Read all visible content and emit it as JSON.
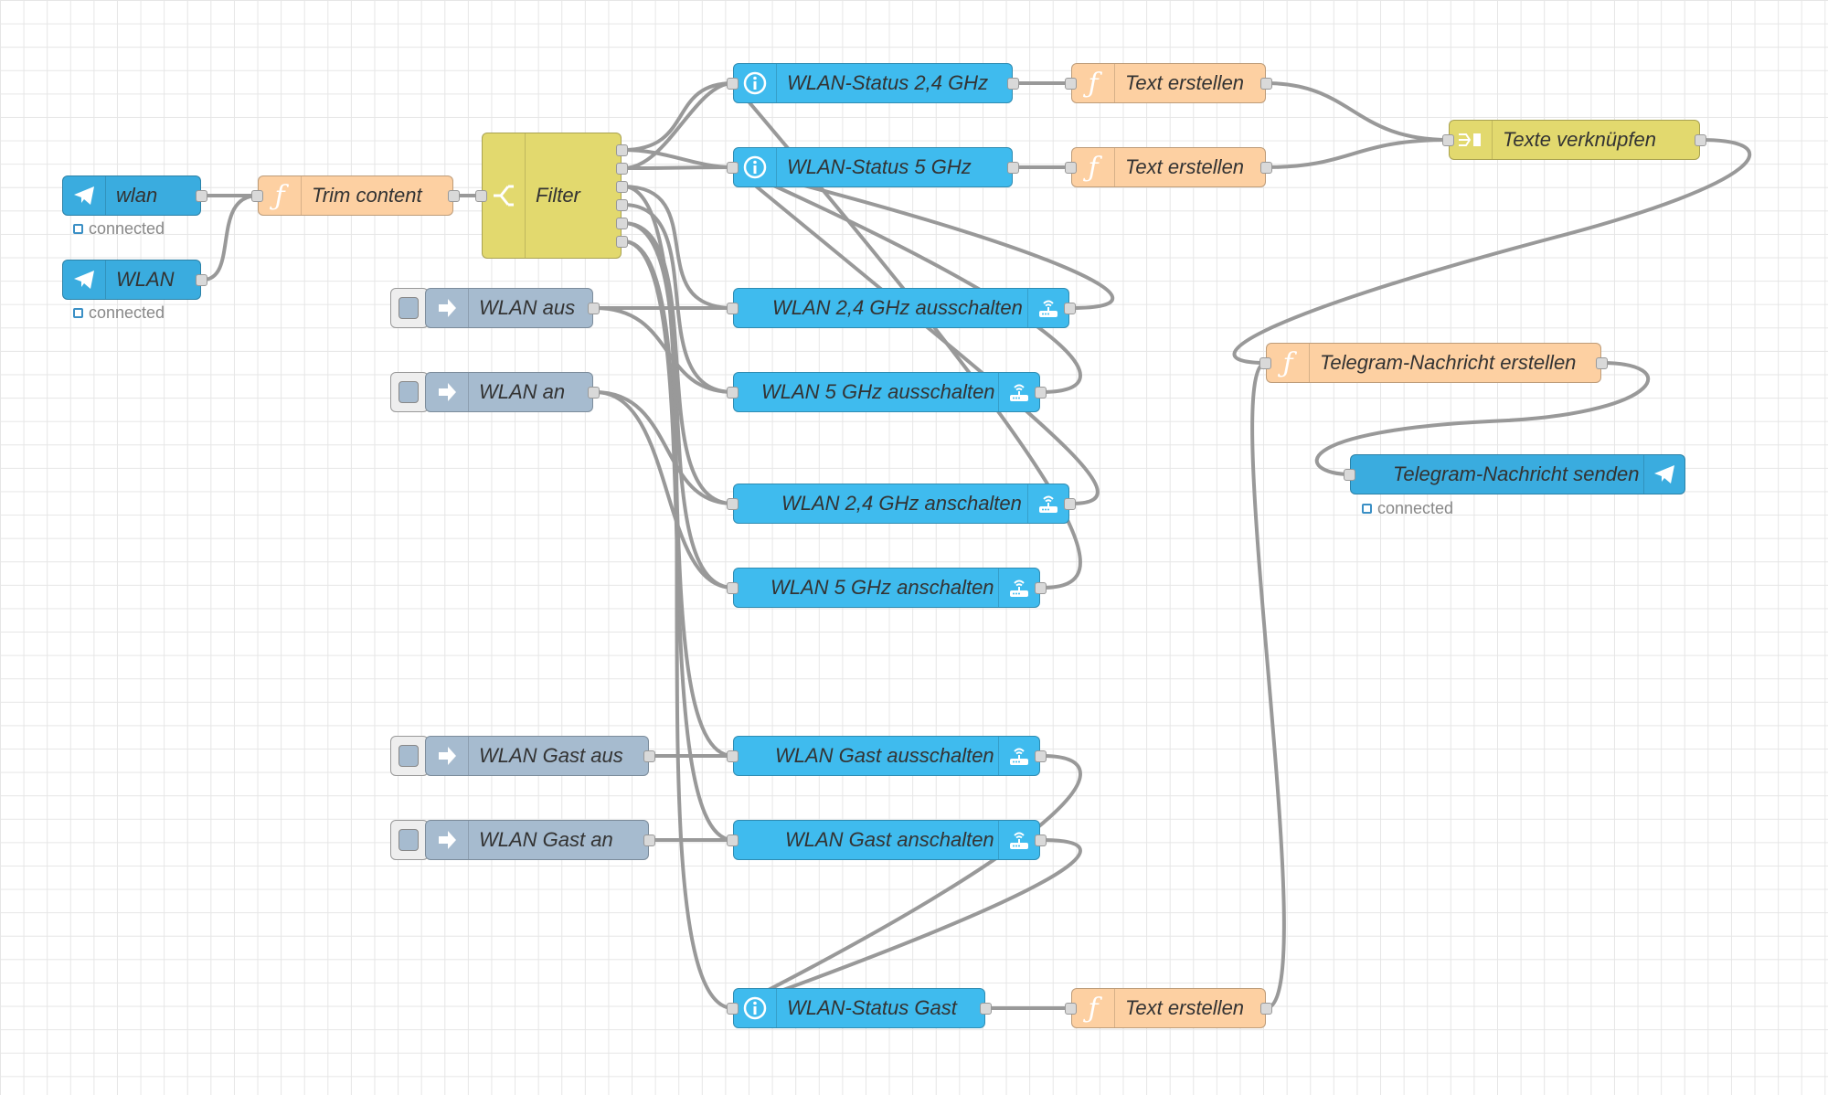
{
  "flow": {
    "colors": {
      "telegram": "#3aacdf",
      "function": "#fdd0a2",
      "switch": "#e2d96e",
      "inject": "#a6bbcf",
      "fritzbox": "#3fbbee",
      "join": "#e2d96e",
      "wire": "#999999",
      "status_ring": "#3a8fc5"
    },
    "nodes": {
      "tg_wlan_lower": {
        "label": "wlan",
        "status": "connected",
        "icon": "telegram-icon"
      },
      "tg_wlan_upper": {
        "label": "WLAN",
        "status": "connected",
        "icon": "telegram-icon"
      },
      "trim_content": {
        "label": "Trim content",
        "icon": "function-icon"
      },
      "filter": {
        "label": "Filter",
        "icon": "switch-icon"
      },
      "inject_wlan_aus": {
        "label": "WLAN aus",
        "icon": "inject-arrow-icon"
      },
      "inject_wlan_an": {
        "label": "WLAN an",
        "icon": "inject-arrow-icon"
      },
      "inject_gast_aus": {
        "label": "WLAN Gast aus",
        "icon": "inject-arrow-icon"
      },
      "inject_gast_an": {
        "label": "WLAN Gast an",
        "icon": "inject-arrow-icon"
      },
      "status_24": {
        "label": "WLAN-Status 2,4 GHz",
        "icon": "info-icon"
      },
      "status_5": {
        "label": "WLAN-Status 5 GHz",
        "icon": "info-icon"
      },
      "status_gast": {
        "label": "WLAN-Status Gast",
        "icon": "info-icon"
      },
      "off_24": {
        "label": "WLAN 2,4 GHz ausschalten",
        "icon": "router-icon"
      },
      "off_5": {
        "label": "WLAN 5 GHz ausschalten",
        "icon": "router-icon"
      },
      "on_24": {
        "label": "WLAN 2,4 GHz anschalten",
        "icon": "router-icon"
      },
      "on_5": {
        "label": "WLAN 5 GHz anschalten",
        "icon": "router-icon"
      },
      "gast_off": {
        "label": "WLAN Gast ausschalten",
        "icon": "router-icon"
      },
      "gast_on": {
        "label": "WLAN Gast anschalten",
        "icon": "router-icon"
      },
      "text_1": {
        "label": "Text erstellen",
        "icon": "function-icon"
      },
      "text_2": {
        "label": "Text erstellen",
        "icon": "function-icon"
      },
      "text_3": {
        "label": "Text erstellen",
        "icon": "function-icon"
      },
      "join": {
        "label": "Texte verknüpfen",
        "icon": "join-icon"
      },
      "tg_create": {
        "label": "Telegram-Nachricht erstellen",
        "icon": "function-icon"
      },
      "tg_send": {
        "label": "Telegram-Nachricht senden",
        "status": "connected",
        "icon": "telegram-icon"
      }
    }
  }
}
